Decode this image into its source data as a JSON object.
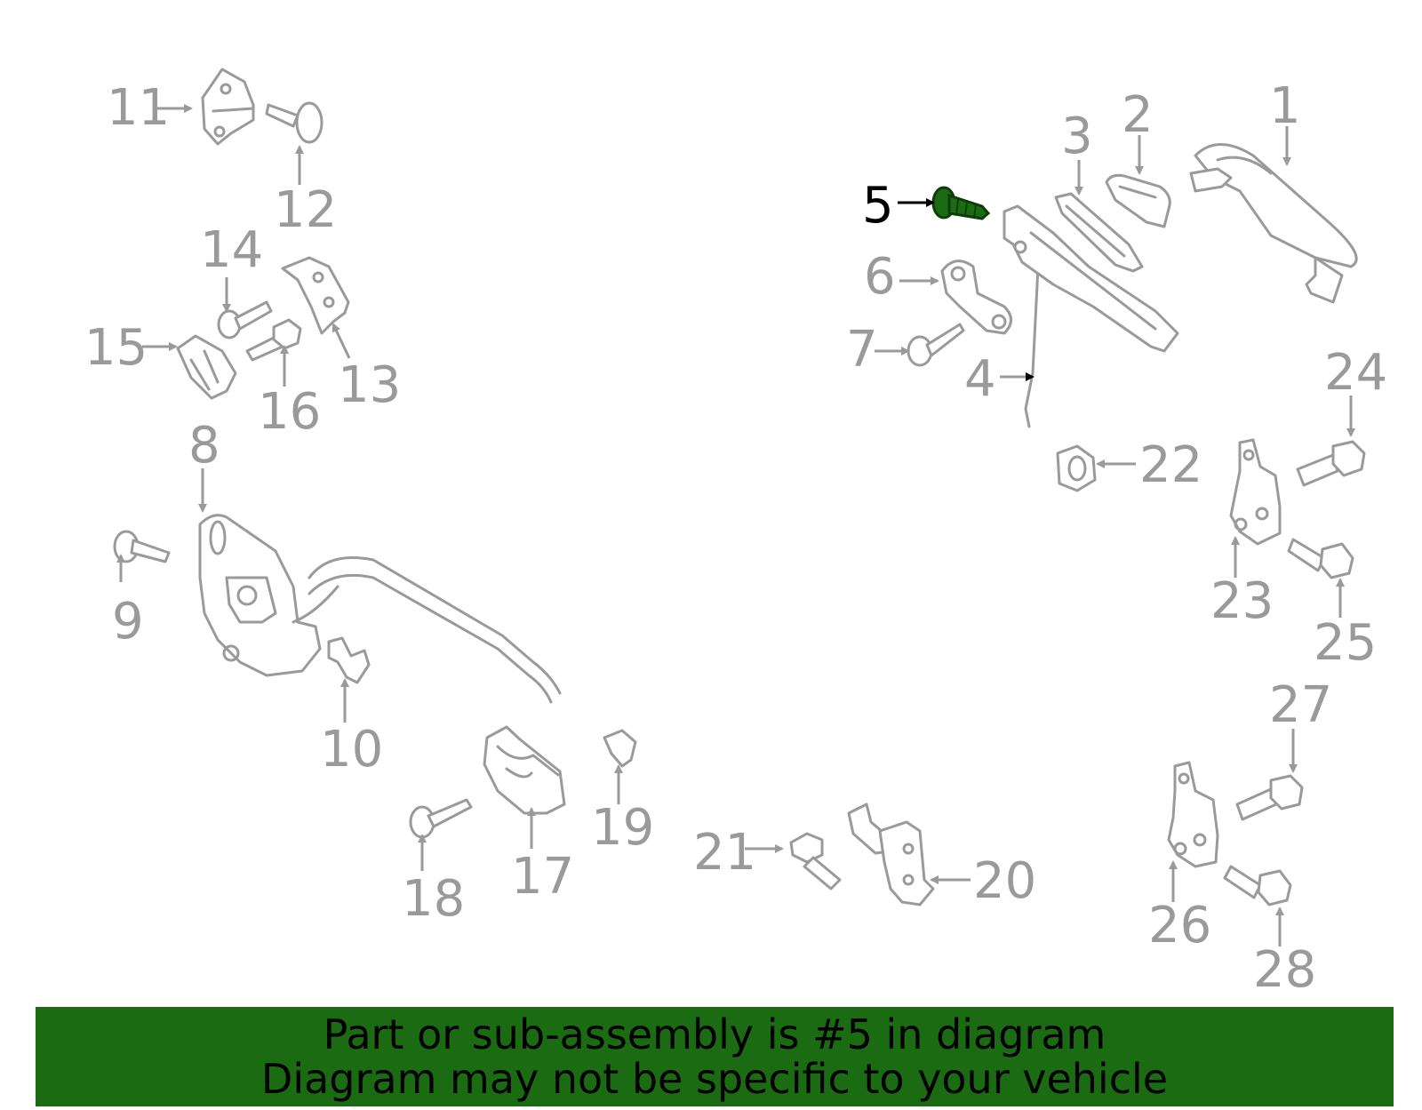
{
  "diagram": {
    "highlight_part": "5",
    "highlight_color": "#1a6b12",
    "part_color": "#9a9a9a",
    "callouts": [
      "1",
      "2",
      "3",
      "4",
      "5",
      "6",
      "7",
      "8",
      "9",
      "10",
      "11",
      "12",
      "13",
      "14",
      "15",
      "16",
      "17",
      "18",
      "19",
      "20",
      "21",
      "22",
      "23",
      "24",
      "25",
      "26",
      "27",
      "28"
    ]
  },
  "banner": {
    "line1": "Part or sub-assembly is #5 in diagram",
    "line2": "Diagram may not be specific to your vehicle",
    "background": "#1a6b12"
  }
}
